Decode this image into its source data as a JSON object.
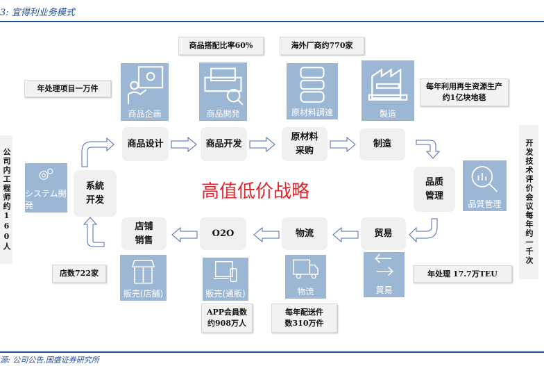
{
  "title": "3:  宜得利业务模式",
  "center": "高值低价战略",
  "source": "源:  公司公告,国盛证券研究所",
  "notes": {
    "match": "商品搭配比率60%",
    "overseas": "海外厂商约770家",
    "projects": "年处理项目一万件",
    "recycle": "每年利用再生资源生产约1亿块地毯",
    "stores": "店数722家",
    "teu": "年处理 17.7万TEU",
    "app": "APP会員数约908万人",
    "delivery": "每年配送件数310万件"
  },
  "side": {
    "left": "公司内工程师约160人",
    "right": "开发技术评价会议每年约一千次"
  },
  "process": {
    "design": "商品设计",
    "dev": "商品开发",
    "procure": "原材料采购",
    "make": "制造",
    "qc": "品质管理",
    "trade": "贸易",
    "logistics": "物流",
    "o2o": "O2O",
    "store": "店铺销售",
    "system": "系統开发"
  },
  "icons": {
    "plan": "商品企画",
    "develop": "商品開発",
    "material": "原材料調達",
    "manufacture": "製造",
    "quality": "品質管理",
    "trade": "貿易",
    "logistics": "物流",
    "online": "販売(通販)",
    "shop": "販売(店舗)",
    "system": "システム開発"
  },
  "colors": {
    "accent": "#1f4e9c",
    "icon": "#9bb7d4",
    "red": "#e0262c"
  }
}
